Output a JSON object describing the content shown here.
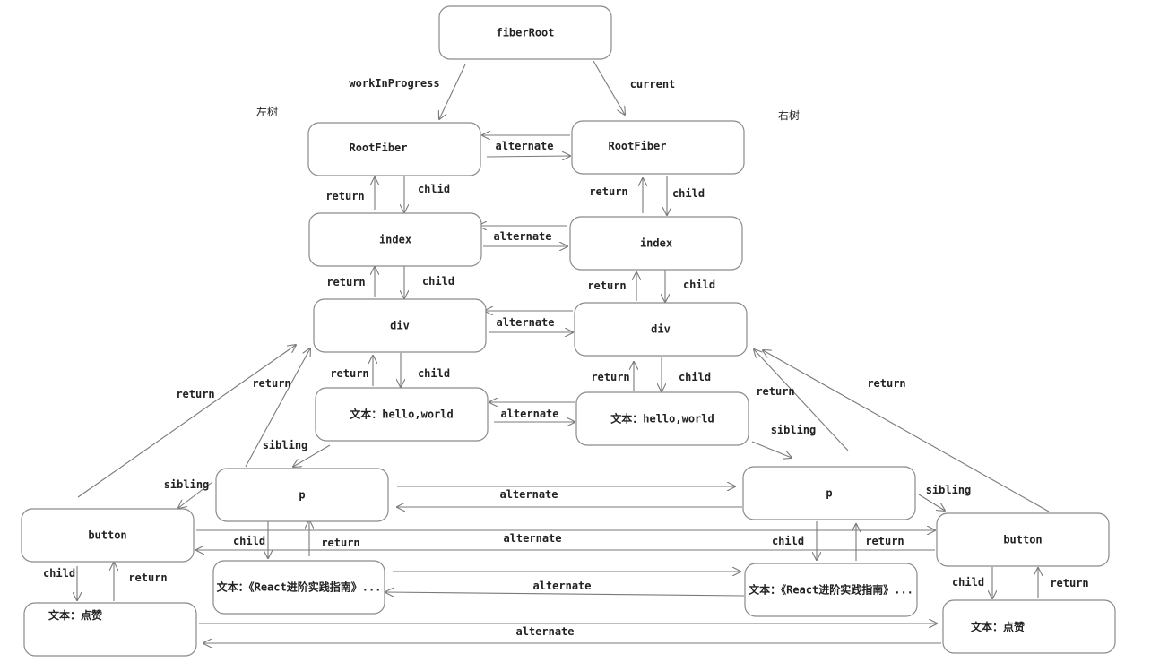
{
  "diagram": {
    "title": "React Fiber double-buffer tree",
    "side_labels": {
      "left": "左树",
      "right": "右树"
    },
    "nodes": [
      {
        "id": "fiberRoot",
        "label": "fiberRoot"
      },
      {
        "id": "L_rootFiber",
        "label": "RootFiber"
      },
      {
        "id": "R_rootFiber",
        "label": "RootFiber"
      },
      {
        "id": "L_index",
        "label": "index"
      },
      {
        "id": "R_index",
        "label": "index"
      },
      {
        "id": "L_div",
        "label": "div"
      },
      {
        "id": "R_div",
        "label": "div"
      },
      {
        "id": "L_text_hello",
        "label": "文本：hello,world"
      },
      {
        "id": "R_text_hello",
        "label": "文本：hello,world"
      },
      {
        "id": "L_p",
        "label": "p"
      },
      {
        "id": "R_p",
        "label": "p"
      },
      {
        "id": "L_button",
        "label": "button"
      },
      {
        "id": "R_button",
        "label": "button"
      },
      {
        "id": "L_text_react",
        "label": "文本：《React进阶实践指南》..."
      },
      {
        "id": "R_text_react",
        "label": "文本：《React进阶实践指南》..."
      },
      {
        "id": "L_text_like",
        "label": "文本：点赞"
      },
      {
        "id": "R_text_like",
        "label": "文本：点赞"
      }
    ],
    "edges": [
      {
        "from": "fiberRoot",
        "to": "L_rootFiber",
        "label": "workInProgress"
      },
      {
        "from": "fiberRoot",
        "to": "R_rootFiber",
        "label": "current"
      },
      {
        "from": "L_rootFiber",
        "to": "R_rootFiber",
        "label": "alternate",
        "bidirectional": true
      },
      {
        "from": "L_rootFiber",
        "to": "L_index",
        "label": "chlid"
      },
      {
        "from": "L_index",
        "to": "L_rootFiber",
        "label": "return"
      },
      {
        "from": "R_rootFiber",
        "to": "R_index",
        "label": "child"
      },
      {
        "from": "R_index",
        "to": "R_rootFiber",
        "label": "return"
      },
      {
        "from": "L_index",
        "to": "R_index",
        "label": "alternate",
        "bidirectional": true
      },
      {
        "from": "L_index",
        "to": "L_div",
        "label": "child"
      },
      {
        "from": "L_div",
        "to": "L_index",
        "label": "return"
      },
      {
        "from": "R_index",
        "to": "R_div",
        "label": "child"
      },
      {
        "from": "R_div",
        "to": "R_index",
        "label": "return"
      },
      {
        "from": "L_div",
        "to": "R_div",
        "label": "alternate",
        "bidirectional": true
      },
      {
        "from": "L_div",
        "to": "L_text_hello",
        "label": "child"
      },
      {
        "from": "L_text_hello",
        "to": "L_div",
        "label": "return"
      },
      {
        "from": "R_div",
        "to": "R_text_hello",
        "label": "child"
      },
      {
        "from": "R_text_hello",
        "to": "R_div",
        "label": "return"
      },
      {
        "from": "L_text_hello",
        "to": "R_text_hello",
        "label": "alternate",
        "bidirectional": true
      },
      {
        "from": "L_text_hello",
        "to": "L_p",
        "label": "sibling"
      },
      {
        "from": "L_p",
        "to": "L_div",
        "label": "return"
      },
      {
        "from": "L_p",
        "to": "L_button",
        "label": "sibling"
      },
      {
        "from": "L_button",
        "to": "L_div",
        "label": "return"
      },
      {
        "from": "R_text_hello",
        "to": "R_p",
        "label": "sibling"
      },
      {
        "from": "R_p",
        "to": "R_div",
        "label": "return"
      },
      {
        "from": "R_p",
        "to": "R_button",
        "label": "sibling"
      },
      {
        "from": "R_button",
        "to": "R_div",
        "label": "return"
      },
      {
        "from": "L_p",
        "to": "R_p",
        "label": "alternate",
        "bidirectional": true
      },
      {
        "from": "L_button",
        "to": "R_button",
        "label": "alternate",
        "bidirectional": true
      },
      {
        "from": "L_p",
        "to": "L_text_react",
        "label": "child"
      },
      {
        "from": "L_text_react",
        "to": "L_p",
        "label": "return"
      },
      {
        "from": "R_p",
        "to": "R_text_react",
        "label": "child"
      },
      {
        "from": "R_text_react",
        "to": "R_p",
        "label": "return"
      },
      {
        "from": "L_text_react",
        "to": "R_text_react",
        "label": "alternate",
        "bidirectional": true
      },
      {
        "from": "L_button",
        "to": "L_text_like",
        "label": "child"
      },
      {
        "from": "L_text_like",
        "to": "L_button",
        "label": "return"
      },
      {
        "from": "R_button",
        "to": "R_text_like",
        "label": "child"
      },
      {
        "from": "R_text_like",
        "to": "R_button",
        "label": "return"
      },
      {
        "from": "L_text_like",
        "to": "R_text_like",
        "label": "alternate",
        "bidirectional": true
      }
    ]
  }
}
